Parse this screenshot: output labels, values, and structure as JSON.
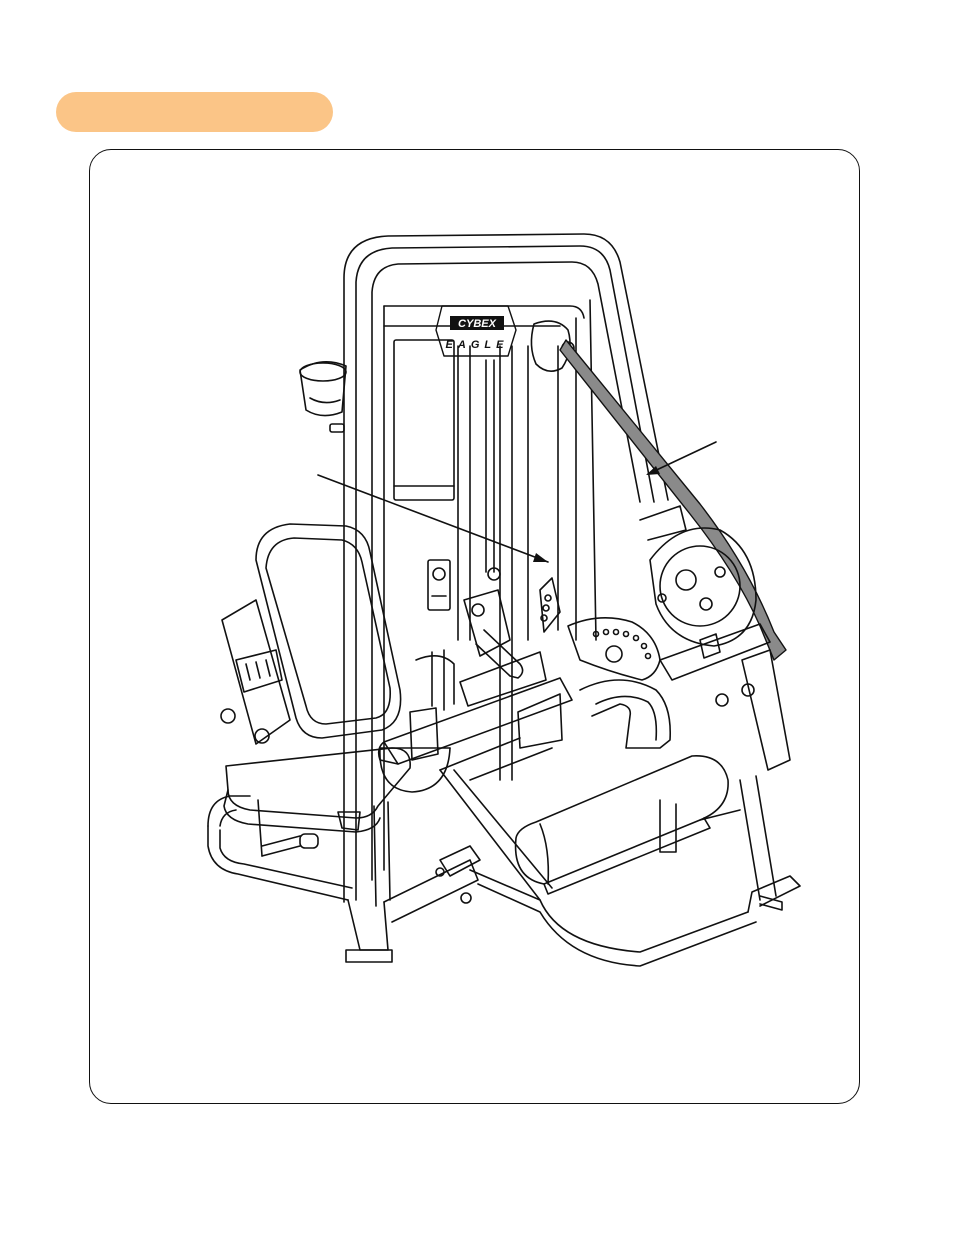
{
  "header": {
    "accent_color": "#fbc587"
  },
  "figure": {
    "brand": {
      "logo_top": "CYBEX",
      "logo_bottom": "EAGLE"
    },
    "callouts": [
      {
        "name": "weight-stack-arrow-callout",
        "label": ""
      },
      {
        "name": "belt-guard-arrow-callout",
        "label": ""
      }
    ]
  }
}
